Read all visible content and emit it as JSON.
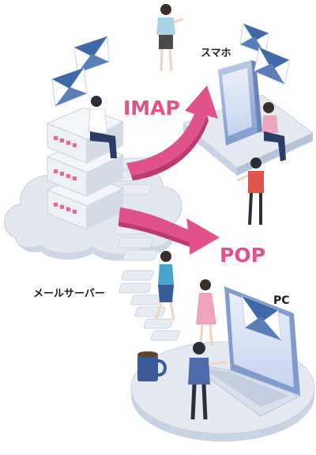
{
  "labels": {
    "imap": "IMAP",
    "pop": "POP",
    "smartphone": "スマホ",
    "mail_server": "メールサーバー",
    "pc": "PC"
  },
  "colors": {
    "arrow": "#e2528a",
    "platform": "#c9d3e3",
    "platform_top": "#e4e9f2",
    "server_body": "#eef1f6",
    "server_led": "#e06a98",
    "envelope": "#3f6aa7",
    "envelope_light": "#c4d2ea",
    "cloud": "#e3e8f0"
  },
  "icons": [
    "envelope-icon",
    "smartphone-icon",
    "laptop-icon",
    "mug-icon",
    "server-icon",
    "cloud-icon",
    "person-icon"
  ]
}
